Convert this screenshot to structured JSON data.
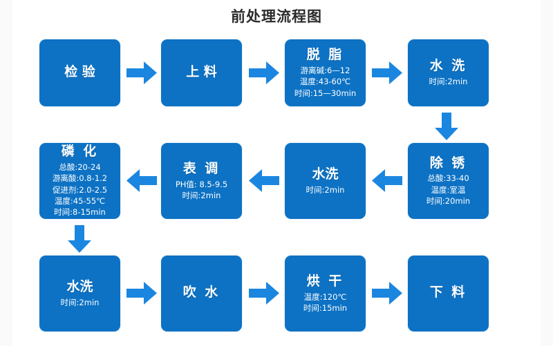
{
  "title": "前处理流程图",
  "theme": {
    "box_fill": "#0d72c4",
    "arrow_fill": "#1b86e0",
    "text_color": "#ffffff",
    "title_color": "#2b2b2b",
    "background": "#ffffff"
  },
  "flow": {
    "rows": [
      {
        "row_id": "row-1",
        "direction": "left-to-right",
        "nodes": [
          {
            "id": "inspect",
            "title": "检 验",
            "lines": []
          },
          {
            "id": "loading",
            "title": "上 料",
            "lines": []
          },
          {
            "id": "degrease",
            "title": "脱 脂",
            "lines": [
              "游离碱:6—12",
              "温度:43-60℃",
              "时间:15—30min"
            ]
          },
          {
            "id": "rinse-1",
            "title": "水 洗",
            "lines": [
              "时间:2min"
            ]
          }
        ]
      },
      {
        "row_id": "row-2",
        "direction": "right-to-left",
        "nodes": [
          {
            "id": "phosphate",
            "title": "磷 化",
            "lines": [
              "总酸:20-24",
              "游离酸:0.8-1.2",
              "促进剂:2.0-2.5",
              "温度:45-55℃",
              "时间:8-15min"
            ]
          },
          {
            "id": "surface-adj",
            "title": "表 调",
            "lines": [
              "PH值: 8.5-9.5",
              "时间:2min"
            ]
          },
          {
            "id": "rinse-2",
            "title": "水洗",
            "lines": [
              "时间:2min"
            ]
          },
          {
            "id": "derust",
            "title": "除 锈",
            "lines": [
              "总酸:33-40",
              "温度:室温",
              "时间:20min"
            ]
          }
        ]
      },
      {
        "row_id": "row-3",
        "direction": "left-to-right",
        "nodes": [
          {
            "id": "rinse-3",
            "title": "水洗",
            "lines": [
              "时间:2min"
            ]
          },
          {
            "id": "blow-dry",
            "title": "吹 水",
            "lines": []
          },
          {
            "id": "bake",
            "title": "烘 干",
            "lines": [
              "温度:120℃",
              "时间:15min"
            ]
          },
          {
            "id": "unloading",
            "title": "下 料",
            "lines": []
          }
        ]
      }
    ],
    "connectors": [
      {
        "id": "c1",
        "from": "inspect",
        "to": "loading",
        "direction": "right"
      },
      {
        "id": "c2",
        "from": "loading",
        "to": "degrease",
        "direction": "right"
      },
      {
        "id": "c3",
        "from": "degrease",
        "to": "rinse-1",
        "direction": "right"
      },
      {
        "id": "c4",
        "from": "rinse-1",
        "to": "derust",
        "direction": "down"
      },
      {
        "id": "c5",
        "from": "derust",
        "to": "rinse-2",
        "direction": "left"
      },
      {
        "id": "c6",
        "from": "rinse-2",
        "to": "surface-adj",
        "direction": "left"
      },
      {
        "id": "c7",
        "from": "surface-adj",
        "to": "phosphate",
        "direction": "left"
      },
      {
        "id": "c8",
        "from": "phosphate",
        "to": "rinse-3",
        "direction": "down"
      },
      {
        "id": "c9",
        "from": "rinse-3",
        "to": "blow-dry",
        "direction": "right"
      },
      {
        "id": "c10",
        "from": "blow-dry",
        "to": "bake",
        "direction": "right"
      },
      {
        "id": "c11",
        "from": "bake",
        "to": "unloading",
        "direction": "right"
      }
    ]
  }
}
